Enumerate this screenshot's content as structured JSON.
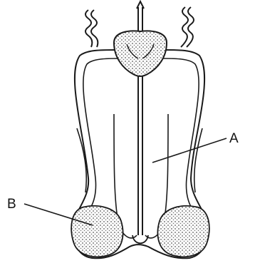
{
  "diagram": {
    "labels": [
      {
        "id": "A",
        "text": "A"
      },
      {
        "id": "B",
        "text": "B"
      }
    ]
  },
  "colors": {
    "line": "#1a1a1a",
    "stipple": "#7a7a7a",
    "gland_fill": "#cfcfcf",
    "background": "#ffffff"
  }
}
